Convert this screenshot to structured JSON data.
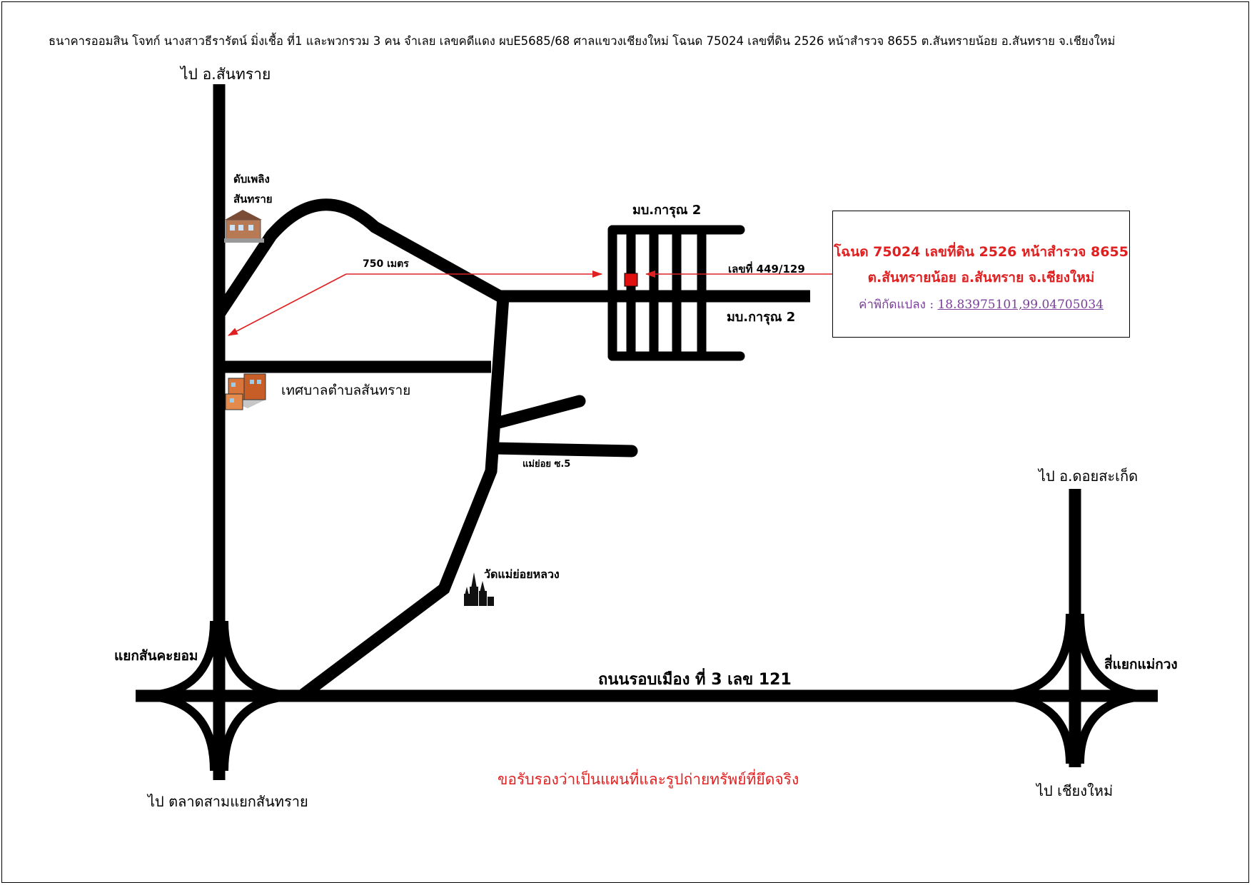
{
  "header": {
    "case_line": "ธนาคารออมสิน โจทก์ นางสาวธีรารัตน์ มิ่งเชื้อ ที่1 และพวกรวม 3 คน จำเลย เลขคดีแดง ผบE5685/68 ศาลแขวงเชียงใหม่  โฉนด 75024  เลขที่ดิน 2526 หน้าสำรวจ 8655 ต.สันทรายน้อย อ.สันทราย จ.เชียงใหม่"
  },
  "labels": {
    "to_sansai": "ไป อ.สันทราย",
    "fire_station_1": "ดับเพลิง",
    "fire_station_2": "สันทราย",
    "distance": "750 เมตร",
    "village_top": "มบ.การุณ 2",
    "house_no": "เลขที่ 449/129",
    "village_bottom": "มบ.การุณ 2",
    "municipality": "เทศบาลตำบลสันทราย",
    "mae_oi_soi": "แม่ย่อย ซ.5",
    "to_doi_saket": "ไป อ.ดอยสะเก็ด",
    "temple": "วัดแม่ย่อยหลวง",
    "san_kayom_junction": "แยกสันคะยอม",
    "mae_kuang_junction": "สี่แยกแม่กวง",
    "ring_road": "ถนนรอบเมือง ที่ 3 เลข 121",
    "to_market": "ไป ตลาดสามแยกสันทราย",
    "to_chiang_mai": "ไป เชียงใหม่",
    "certification": "ขอรับรองว่าเป็นแผนที่และรูปถ่ายทรัพย์ที่ยึดจริง"
  },
  "info_box": {
    "line1": "โฉนด 75024 เลขที่ดิน 2526 หน้าสำรวจ 8655",
    "line2": "ต.สันทรายน้อย อ.สันทราย จ.เชียงใหม่",
    "coord_label": "ค่าพิกัดแปลง : ",
    "coords": "18.83975101,99.04705034"
  },
  "colors": {
    "road": "#000000",
    "arrow": "#e02020",
    "property_marker": "#e01010",
    "certification_text": "#e02020",
    "coord_text": "#7a3f9a"
  },
  "icons": {
    "fire_station": "building-icon",
    "municipality": "office-building-icon",
    "temple": "temple-icon",
    "property": "red-square-marker-icon"
  }
}
